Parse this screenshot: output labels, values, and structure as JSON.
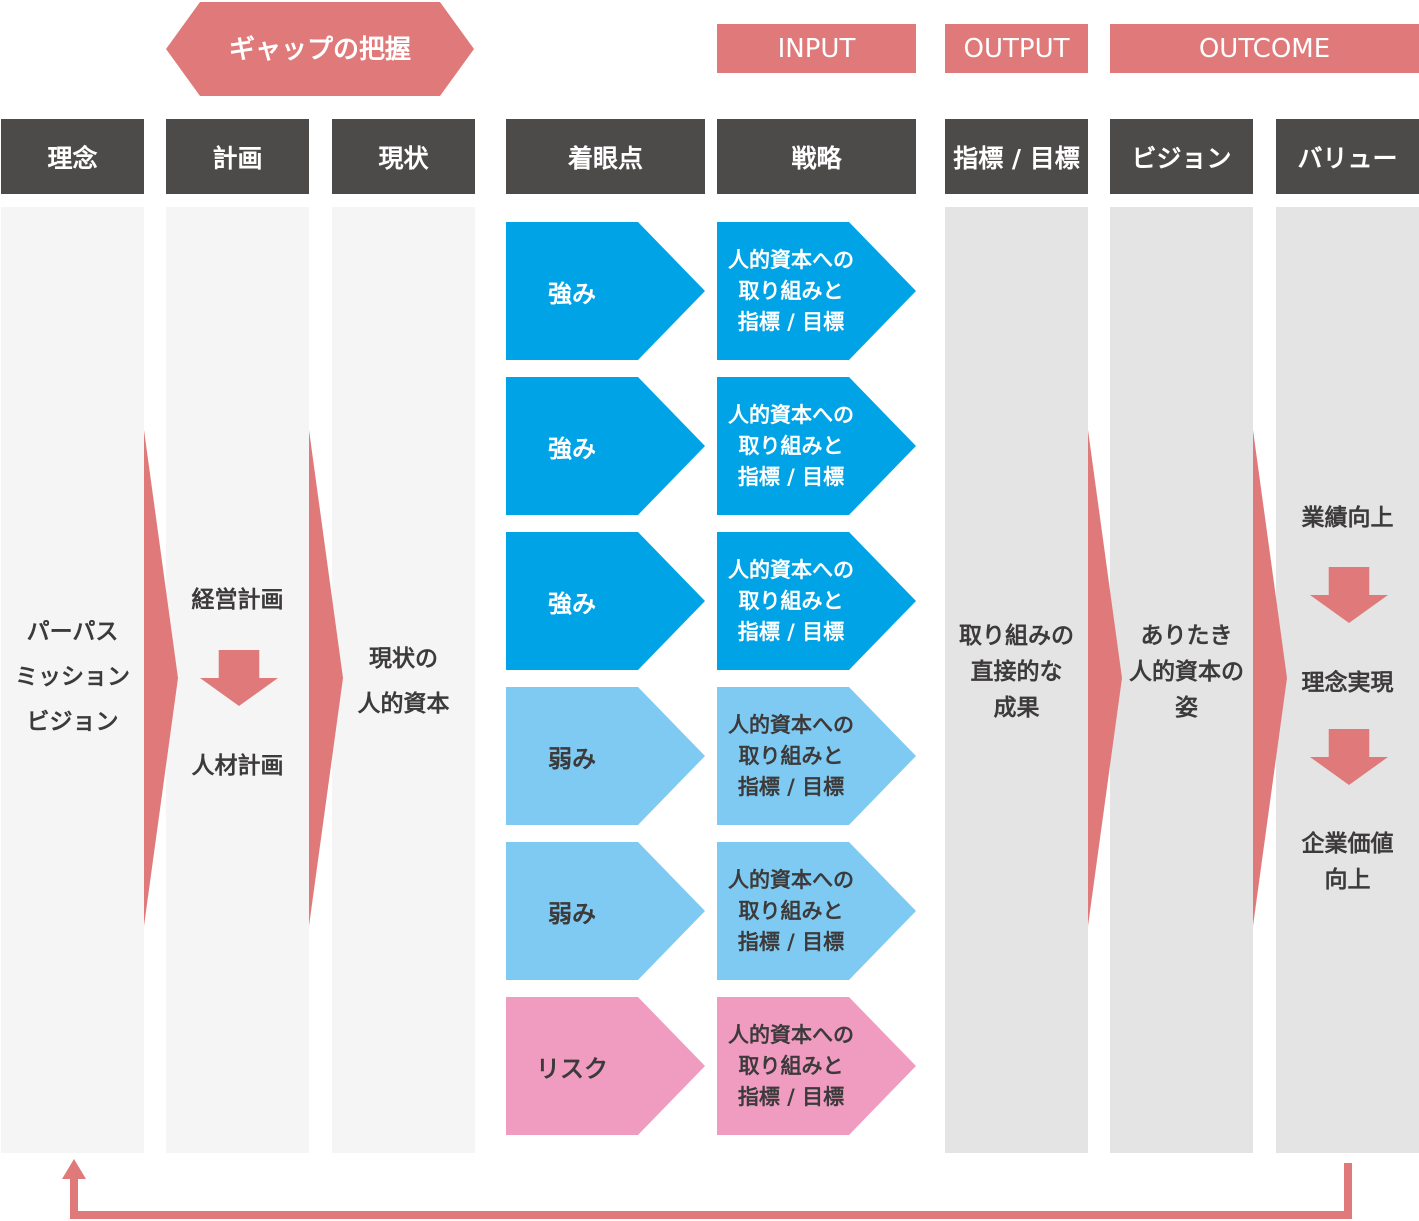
{
  "top_labels": {
    "gap": "ギャップの把握",
    "input": "INPUT",
    "output": "OUTPUT",
    "outcome": "OUTCOME"
  },
  "headers": {
    "philosophy": "理念",
    "plan": "計画",
    "current": "現状",
    "focus": "着眼点",
    "strategy": "戦略",
    "indicator": "指標 / 目標",
    "vision": "ビジョン",
    "value": "バリュー"
  },
  "columns": {
    "philosophy": "パーパス\nミッション\nビジョン",
    "plan_top": "経営計画",
    "plan_bottom": "人材計画",
    "current": "現状の\n人的資本",
    "output": "取り組みの\n直接的な\n成果",
    "vision": "ありたき\n人的資本の\n姿",
    "value_1": "業績向上",
    "value_2": "理念実現",
    "value_3": "企業価値\n向上"
  },
  "focus_items": [
    {
      "label": "強み",
      "type": "strength"
    },
    {
      "label": "強み",
      "type": "strength"
    },
    {
      "label": "強み",
      "type": "strength"
    },
    {
      "label": "弱み",
      "type": "weakness"
    },
    {
      "label": "弱み",
      "type": "weakness"
    },
    {
      "label": "リスク",
      "type": "risk"
    }
  ],
  "strategy_items": [
    "人的資本への\n取り組みと\n指標 / 目標",
    "人的資本への\n取り組みと\n指標 / 目標",
    "人的資本への\n取り組みと\n指標 / 目標",
    "人的資本への\n取り組みと\n指標 / 目標",
    "人的資本への\n取り組みと\n指標 / 目標",
    "人的資本への\n取り組みと\n指標 / 目標"
  ],
  "colors": {
    "accent": "#e07a7a",
    "header": "#4d4a4a",
    "strength": "#00a4e6",
    "weakness": "#7fcaf2",
    "risk": "#f09cc0",
    "column_light": "#f5f5f5",
    "column_dark": "#e4e4e4"
  }
}
